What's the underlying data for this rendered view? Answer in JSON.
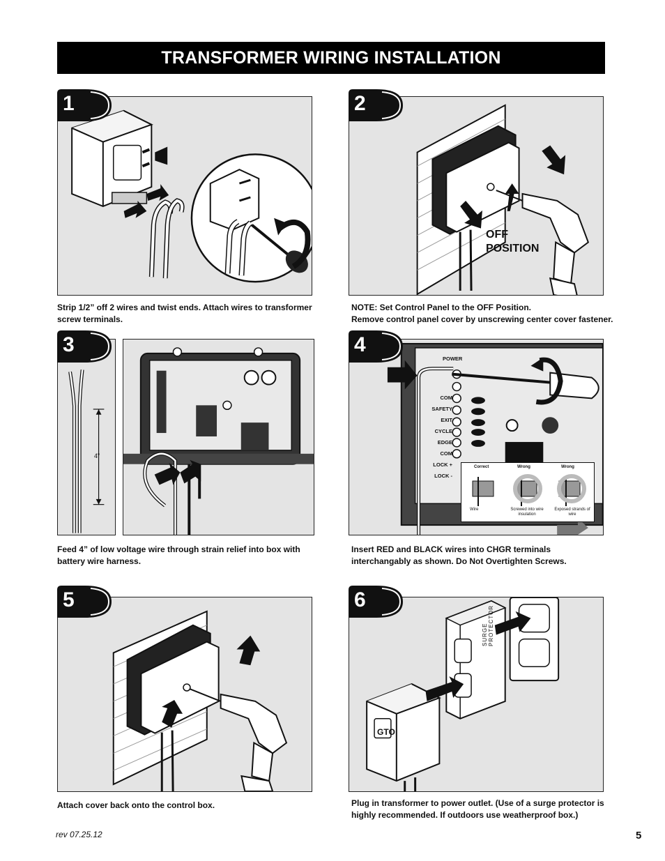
{
  "title": "TRANSFORMER WIRING INSTALLATION",
  "steps": [
    {
      "number": "1",
      "caption": "Strip 1/2” off 2 wires and twist ends. Attach wires to transformer screw terminals."
    },
    {
      "number": "2",
      "caption": "NOTE: Set Control Panel to the OFF Position.\nRemove control panel cover by unscrewing center cover fastener.",
      "callout": "OFF\nPOSITION"
    },
    {
      "number": "3",
      "caption": "Feed 4” of low voltage wire through strain relief into box with battery wire harness.",
      "dimension_label": "4”"
    },
    {
      "number": "4",
      "caption": "Insert RED and BLACK wires into CHGR terminals interchangably as shown. Do Not Overtighten Screws.",
      "terminal_labels": [
        "POWER",
        "COM",
        "SAFETY",
        "EXIT",
        "CYCLE",
        "EDGE",
        "COM",
        "LOCK +",
        "LOCK -"
      ],
      "inset": {
        "headers": [
          "Correct",
          "Wrong",
          "Wrong"
        ],
        "notes": [
          "Wire",
          "Screwed into wire insulation",
          "Exposed strands of wire"
        ]
      }
    },
    {
      "number": "5",
      "caption": "Attach cover back onto the control box."
    },
    {
      "number": "6",
      "caption": "Plug in transformer to power outlet. (Use of a surge protector is highly recommended. If outdoors use weatherproof box.)",
      "strip_label": "SURGE PROTECTOR",
      "logo": "GTO"
    }
  ],
  "footer": {
    "revision": "rev 07.25.12",
    "page": "5"
  }
}
